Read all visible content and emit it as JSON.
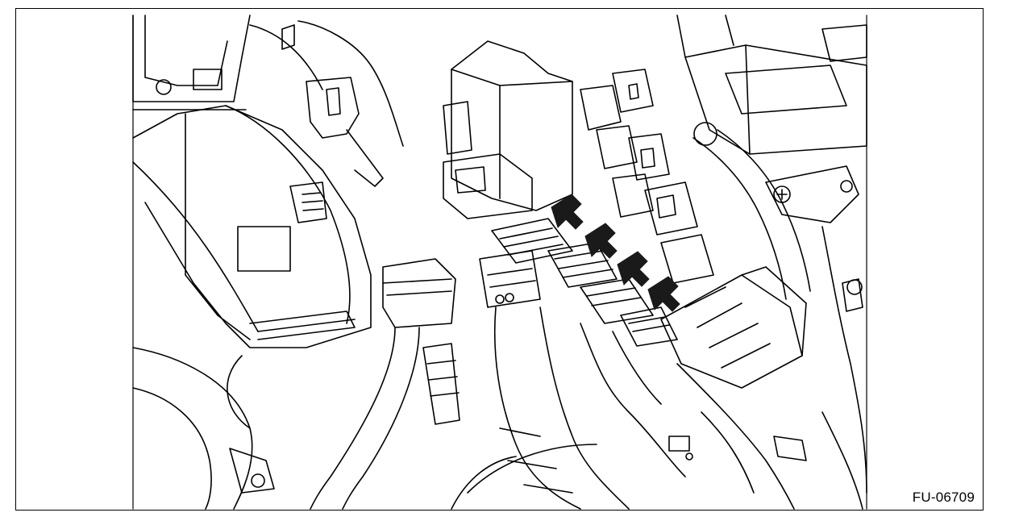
{
  "figure": {
    "id_label": "FU-06709",
    "colors": {
      "line": "#000000",
      "background": "#ffffff",
      "arrow": "#1a1a1a"
    },
    "callouts": [
      {
        "name": "connector-arrow-1",
        "icon": "arrow-down-left-icon"
      },
      {
        "name": "connector-arrow-2",
        "icon": "arrow-down-left-icon"
      },
      {
        "name": "connector-arrow-3",
        "icon": "arrow-down-left-icon"
      },
      {
        "name": "connector-arrow-4",
        "icon": "arrow-down-left-icon"
      }
    ]
  }
}
